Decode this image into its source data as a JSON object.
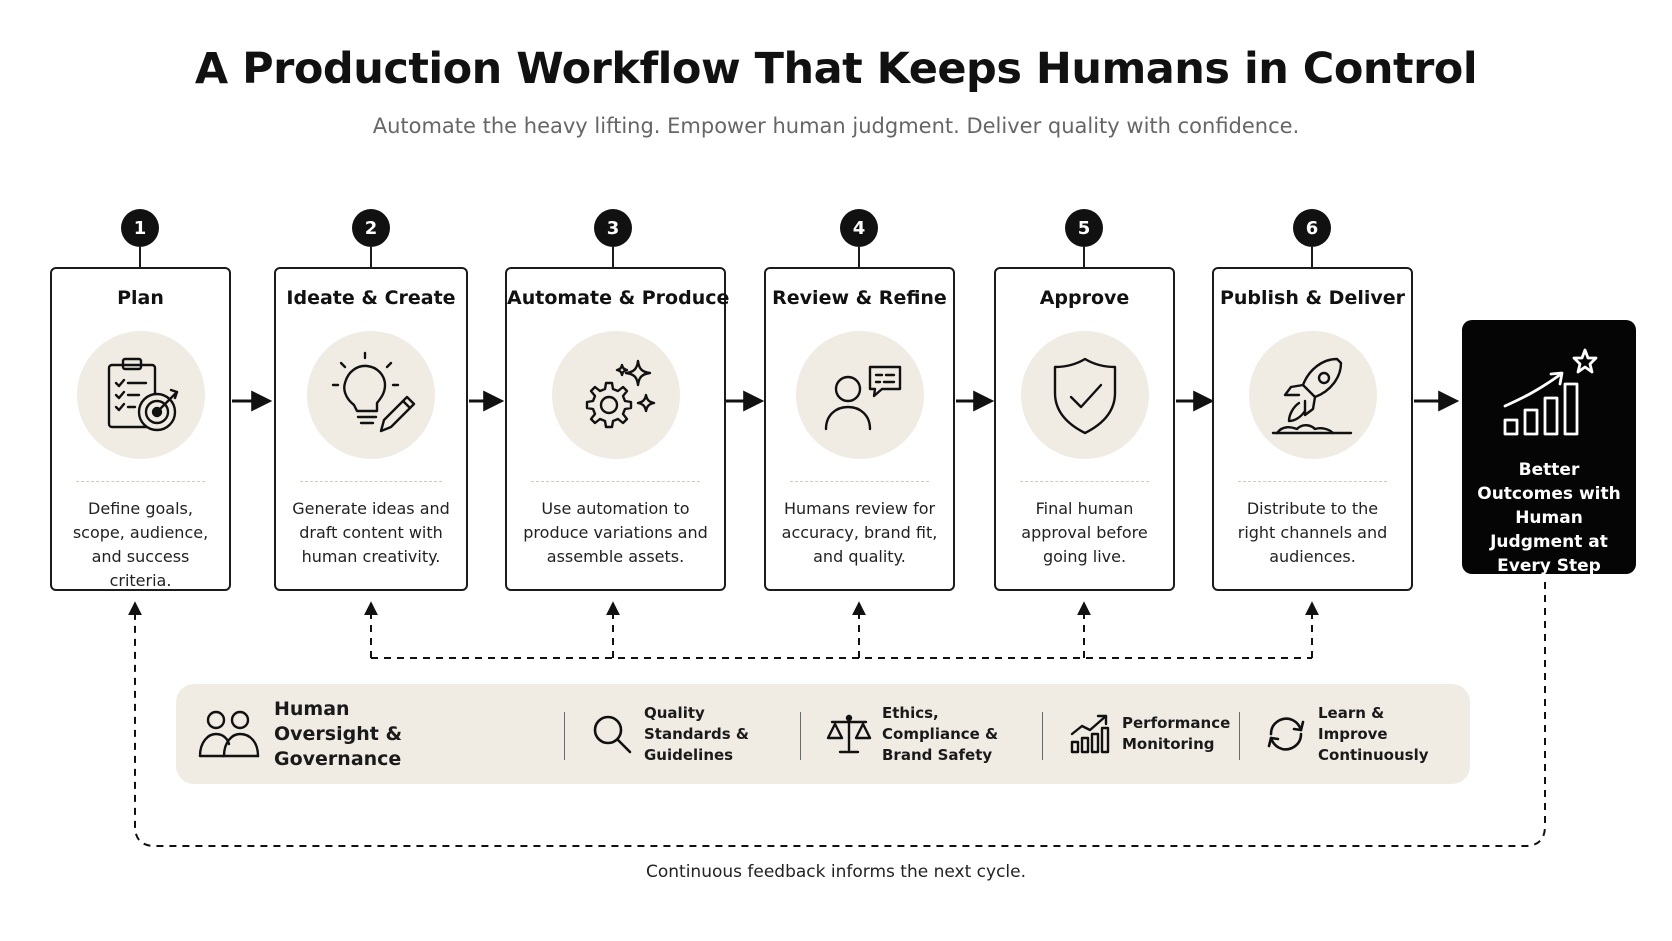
{
  "title": "A Production Workflow That Keeps Humans in Control",
  "subtitle": "Automate the heavy lifting. Empower human judgment. Deliver quality with confidence.",
  "steps": [
    {
      "number": "1",
      "title": "Plan",
      "icon": "clipboard-target-icon",
      "description": "Define goals, scope, audience, and success criteria."
    },
    {
      "number": "2",
      "title": "Ideate & Create",
      "icon": "lightbulb-pencil-icon",
      "description": "Generate ideas and draft content with human creativity."
    },
    {
      "number": "3",
      "title": "Automate & Produce",
      "icon": "gear-sparkle-icon",
      "description": "Use automation to produce variations and assemble assets."
    },
    {
      "number": "4",
      "title": "Review & Refine",
      "icon": "person-chat-icon",
      "description": "Humans review for accuracy, brand fit, and quality."
    },
    {
      "number": "5",
      "title": "Approve",
      "icon": "shield-check-icon",
      "description": "Final human approval before going live."
    },
    {
      "number": "6",
      "title": "Publish & Deliver",
      "icon": "rocket-icon",
      "description": "Distribute to the right channels and audiences."
    }
  ],
  "outcome": {
    "icon": "growth-chart-star-icon",
    "text": "Better Outcomes with Human Judgment at Every Step"
  },
  "governance": {
    "main_label": "Human Oversight & Governance",
    "main_icon": "people-icon",
    "items": [
      {
        "label": "Quality Standards & Guidelines",
        "icon": "magnifier-icon"
      },
      {
        "label": "Ethics, Compliance & Brand Safety",
        "icon": "scales-icon"
      },
      {
        "label": "Performance Monitoring",
        "icon": "chart-icon"
      },
      {
        "label": "Learn & Improve Continuously",
        "icon": "refresh-icon"
      }
    ]
  },
  "footer": "Continuous feedback informs the next cycle.",
  "colors": {
    "ink": "#111111",
    "icon_bg": "#f0ece4",
    "outcome_bg": "#050505",
    "muted_text": "#666666"
  }
}
